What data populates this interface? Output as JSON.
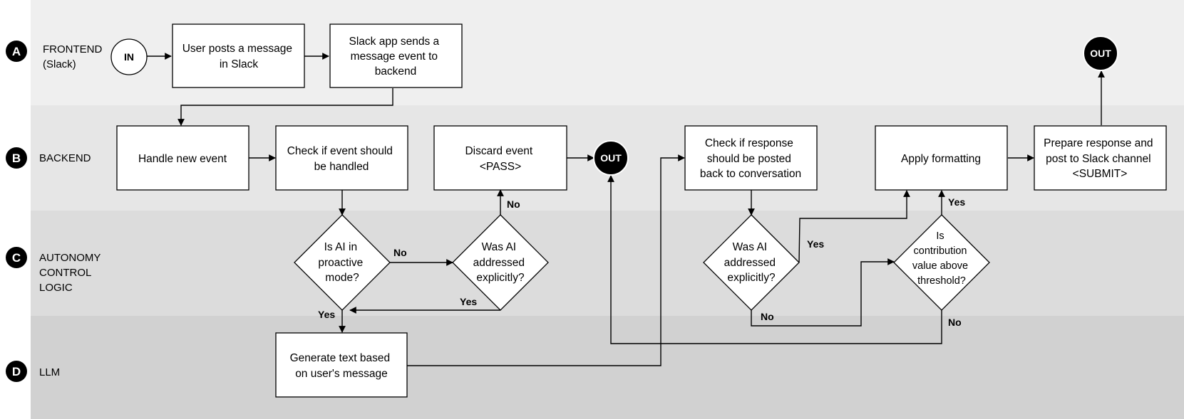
{
  "lanes": [
    {
      "badge": "A",
      "label": [
        "FRONTEND",
        "(Slack)"
      ],
      "color": "#efefef"
    },
    {
      "badge": "B",
      "label": [
        "BACKEND"
      ],
      "color": "#e6e6e6"
    },
    {
      "badge": "C",
      "label": [
        "AUTONOMY",
        "CONTROL",
        "LOGIC"
      ],
      "color": "#dcdcdc"
    },
    {
      "badge": "D",
      "label": [
        "LLM"
      ],
      "color": "#d1d1d1"
    }
  ],
  "terminals": {
    "in": "IN",
    "out_discard": "OUT",
    "out_submit": "OUT"
  },
  "processes": {
    "user_posts": [
      "User posts a message",
      "in Slack"
    ],
    "slack_sends": [
      "Slack app sends a",
      "message event to",
      "backend"
    ],
    "handle_event": [
      "Handle new event"
    ],
    "check_handled": [
      "Check if event should",
      "be handled"
    ],
    "discard_event": [
      "Discard event",
      "<PASS>"
    ],
    "check_response": [
      "Check if response",
      "should be posted",
      "back to conversation"
    ],
    "apply_formatting": [
      "Apply formatting"
    ],
    "prepare_response": [
      "Prepare response and",
      "post to Slack channel",
      "<SUBMIT>"
    ],
    "generate_text": [
      "Generate text based",
      "on user's message"
    ]
  },
  "decisions": {
    "proactive": [
      "Is AI in",
      "proactive",
      "mode?"
    ],
    "addressed_1": [
      "Was AI",
      "addressed",
      "explicitly?"
    ],
    "addressed_2": [
      "Was AI",
      "addressed",
      "explicitly?"
    ],
    "contribution": [
      "Is",
      "contribution",
      "value above",
      "threshold?"
    ]
  },
  "edge_labels": {
    "proactive_no": "No",
    "proactive_yes": "Yes",
    "addressed1_no": "No",
    "addressed1_yes": "Yes",
    "addressed2_yes": "Yes",
    "addressed2_no": "No",
    "contribution_yes": "Yes",
    "contribution_no": "No"
  }
}
